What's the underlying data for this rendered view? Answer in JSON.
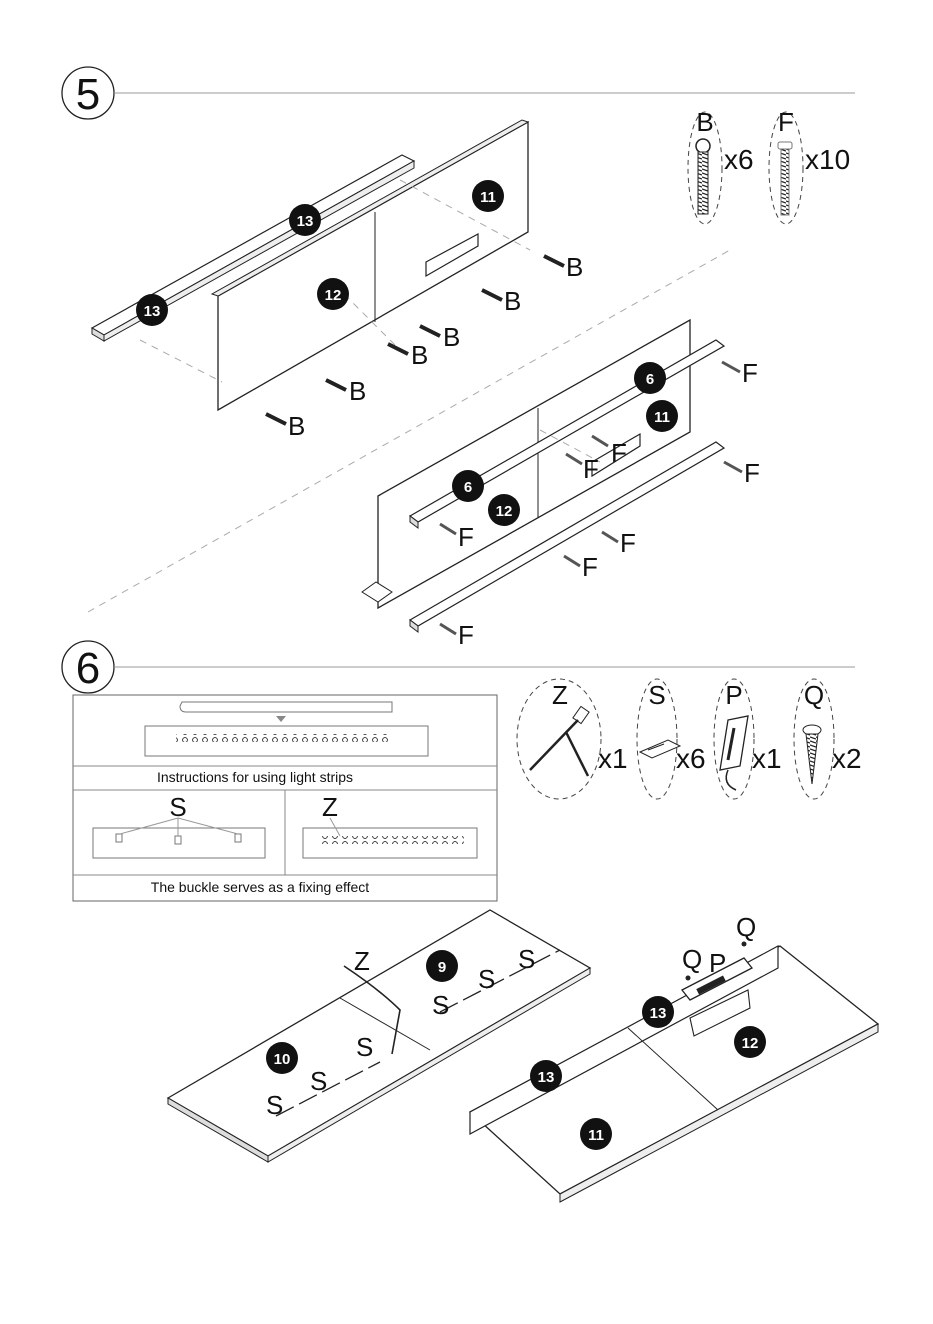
{
  "steps": [
    {
      "number": "5",
      "hardware": [
        {
          "letter": "B",
          "qty": "x6"
        },
        {
          "letter": "F",
          "qty": "x10"
        }
      ],
      "part_badges": [
        "13",
        "13",
        "11",
        "12",
        "6",
        "11",
        "6",
        "12"
      ],
      "callouts": [
        "B",
        "B",
        "B",
        "B",
        "B",
        "B",
        "F",
        "F",
        "F",
        "F",
        "F",
        "F",
        "F",
        "F"
      ]
    },
    {
      "number": "6",
      "hardware": [
        {
          "letter": "Z",
          "qty": "x1"
        },
        {
          "letter": "S",
          "qty": "x6"
        },
        {
          "letter": "P",
          "qty": "x1"
        },
        {
          "letter": "Q",
          "qty": "x2"
        }
      ],
      "info_box": {
        "row1_caption": "Instructions for using light strips",
        "left_label": "S",
        "right_label": "Z",
        "row2_caption": "The buckle serves as a fixing effect"
      },
      "part_badges": [
        "9",
        "10",
        "13",
        "13",
        "12",
        "11"
      ],
      "callouts": [
        "Z",
        "S",
        "S",
        "S",
        "S",
        "S",
        "S",
        "Q",
        "Q",
        "P"
      ]
    }
  ]
}
